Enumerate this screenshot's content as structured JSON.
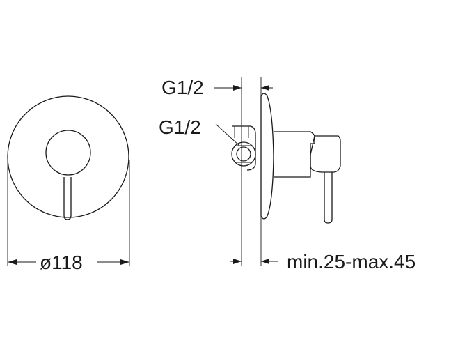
{
  "labels": {
    "diameter": "ø118",
    "depth_range": "min.25-max.45",
    "inlet_top": "G1/2",
    "inlet_side": "G1/2"
  }
}
